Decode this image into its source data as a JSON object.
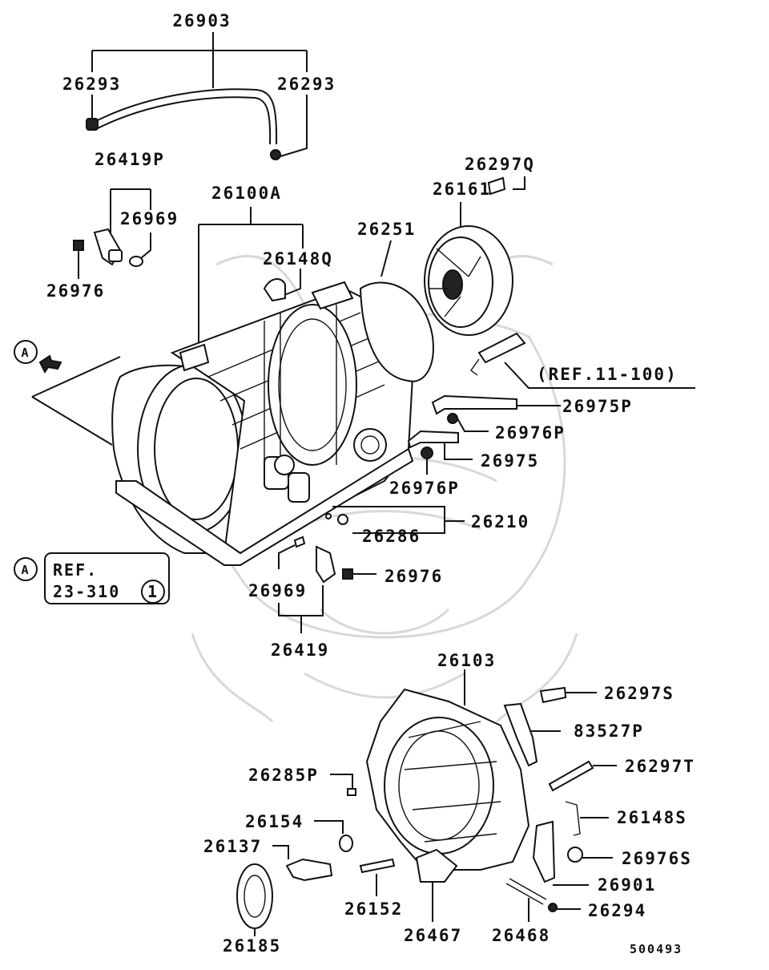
{
  "diagram": {
    "labels": {
      "p26903": "26903",
      "p26293_left": "26293",
      "p26293_right": "26293",
      "p26419P": "26419P",
      "p26969_top": "26969",
      "p26976_top": "26976",
      "p26100A": "26100A",
      "p26148Q": "26148Q",
      "p26251": "26251",
      "p26161": "26161",
      "p26297Q": "26297Q",
      "ref_11_100": "(REF.11-100)",
      "p26975P": "26975P",
      "p26976P_a": "26976P",
      "p26975": "26975",
      "p26976P_b": "26976P",
      "p26210": "26210",
      "p26286": "26286",
      "p26976_mid": "26976",
      "p26969_mid": "26969",
      "p26419": "26419",
      "p26103": "26103",
      "p26297S": "26297S",
      "p83527P": "83527P",
      "p26297T": "26297T",
      "p26285P": "26285P",
      "p26148S": "26148S",
      "p26154": "26154",
      "p26976S": "26976S",
      "p26137": "26137",
      "p26901": "26901",
      "p26294": "26294",
      "p26152": "26152",
      "p26467": "26467",
      "p26468": "26468",
      "p26185": "26185"
    },
    "callout_a_top": "A",
    "callout_a_ref": "A",
    "ref_box": {
      "line1": "REF.",
      "line2": "23-310",
      "circled": "1"
    },
    "diagram_number": "500493"
  }
}
